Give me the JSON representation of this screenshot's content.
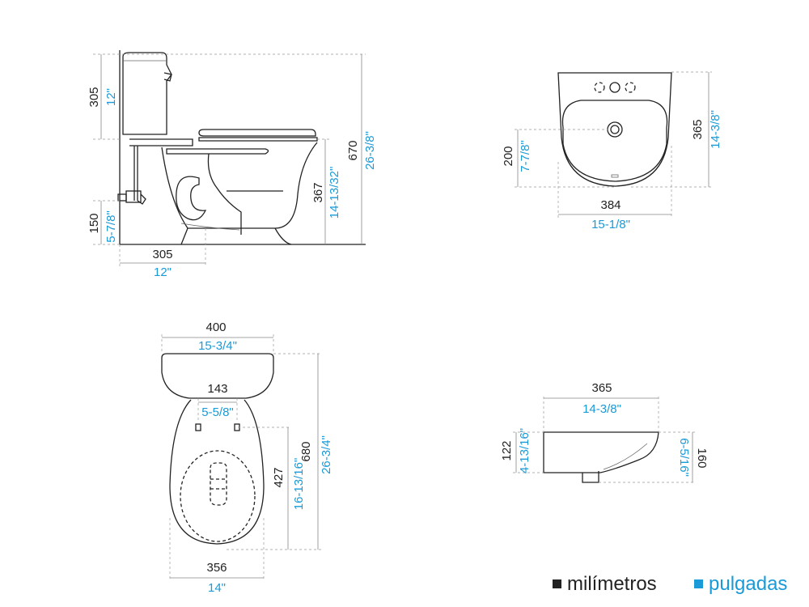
{
  "colors": {
    "mm": "#222222",
    "inch": "#1a9ad6"
  },
  "toilet_side": {
    "tank_h_mm": "305",
    "tank_h_in": "12\"",
    "total_h_mm": "670",
    "total_h_in": "26-3/8\"",
    "seat_h_mm": "367",
    "seat_h_in": "14-13/32\"",
    "inlet_h_mm": "150",
    "inlet_h_in": "5-7/8\"",
    "rough_in_mm": "305",
    "rough_in_in": "12\""
  },
  "toilet_top": {
    "width_mm": "400",
    "width_in": "15-3/4\"",
    "bolt_mm": "143",
    "bolt_in": "5-5/8\"",
    "length_mm": "680",
    "length_in": "26-3/4\"",
    "bowl_mm": "427",
    "bowl_in": "16-13/16\"",
    "bowl_w_mm": "356",
    "bowl_w_in": "14\""
  },
  "sink_top": {
    "depth_mm": "365",
    "depth_in": "14-3/8\"",
    "drain_mm": "200",
    "drain_in": "7-7/8\"",
    "width_mm": "384",
    "width_in": "15-1/8\""
  },
  "sink_side": {
    "depth_mm": "365",
    "depth_in": "14-3/8\"",
    "h_mm": "122",
    "h_in": "4-13/16\"",
    "total_mm": "160",
    "total_in": "6-5/16\""
  },
  "legend": {
    "mm_label": "milímetros",
    "in_label": "pulgadas"
  }
}
